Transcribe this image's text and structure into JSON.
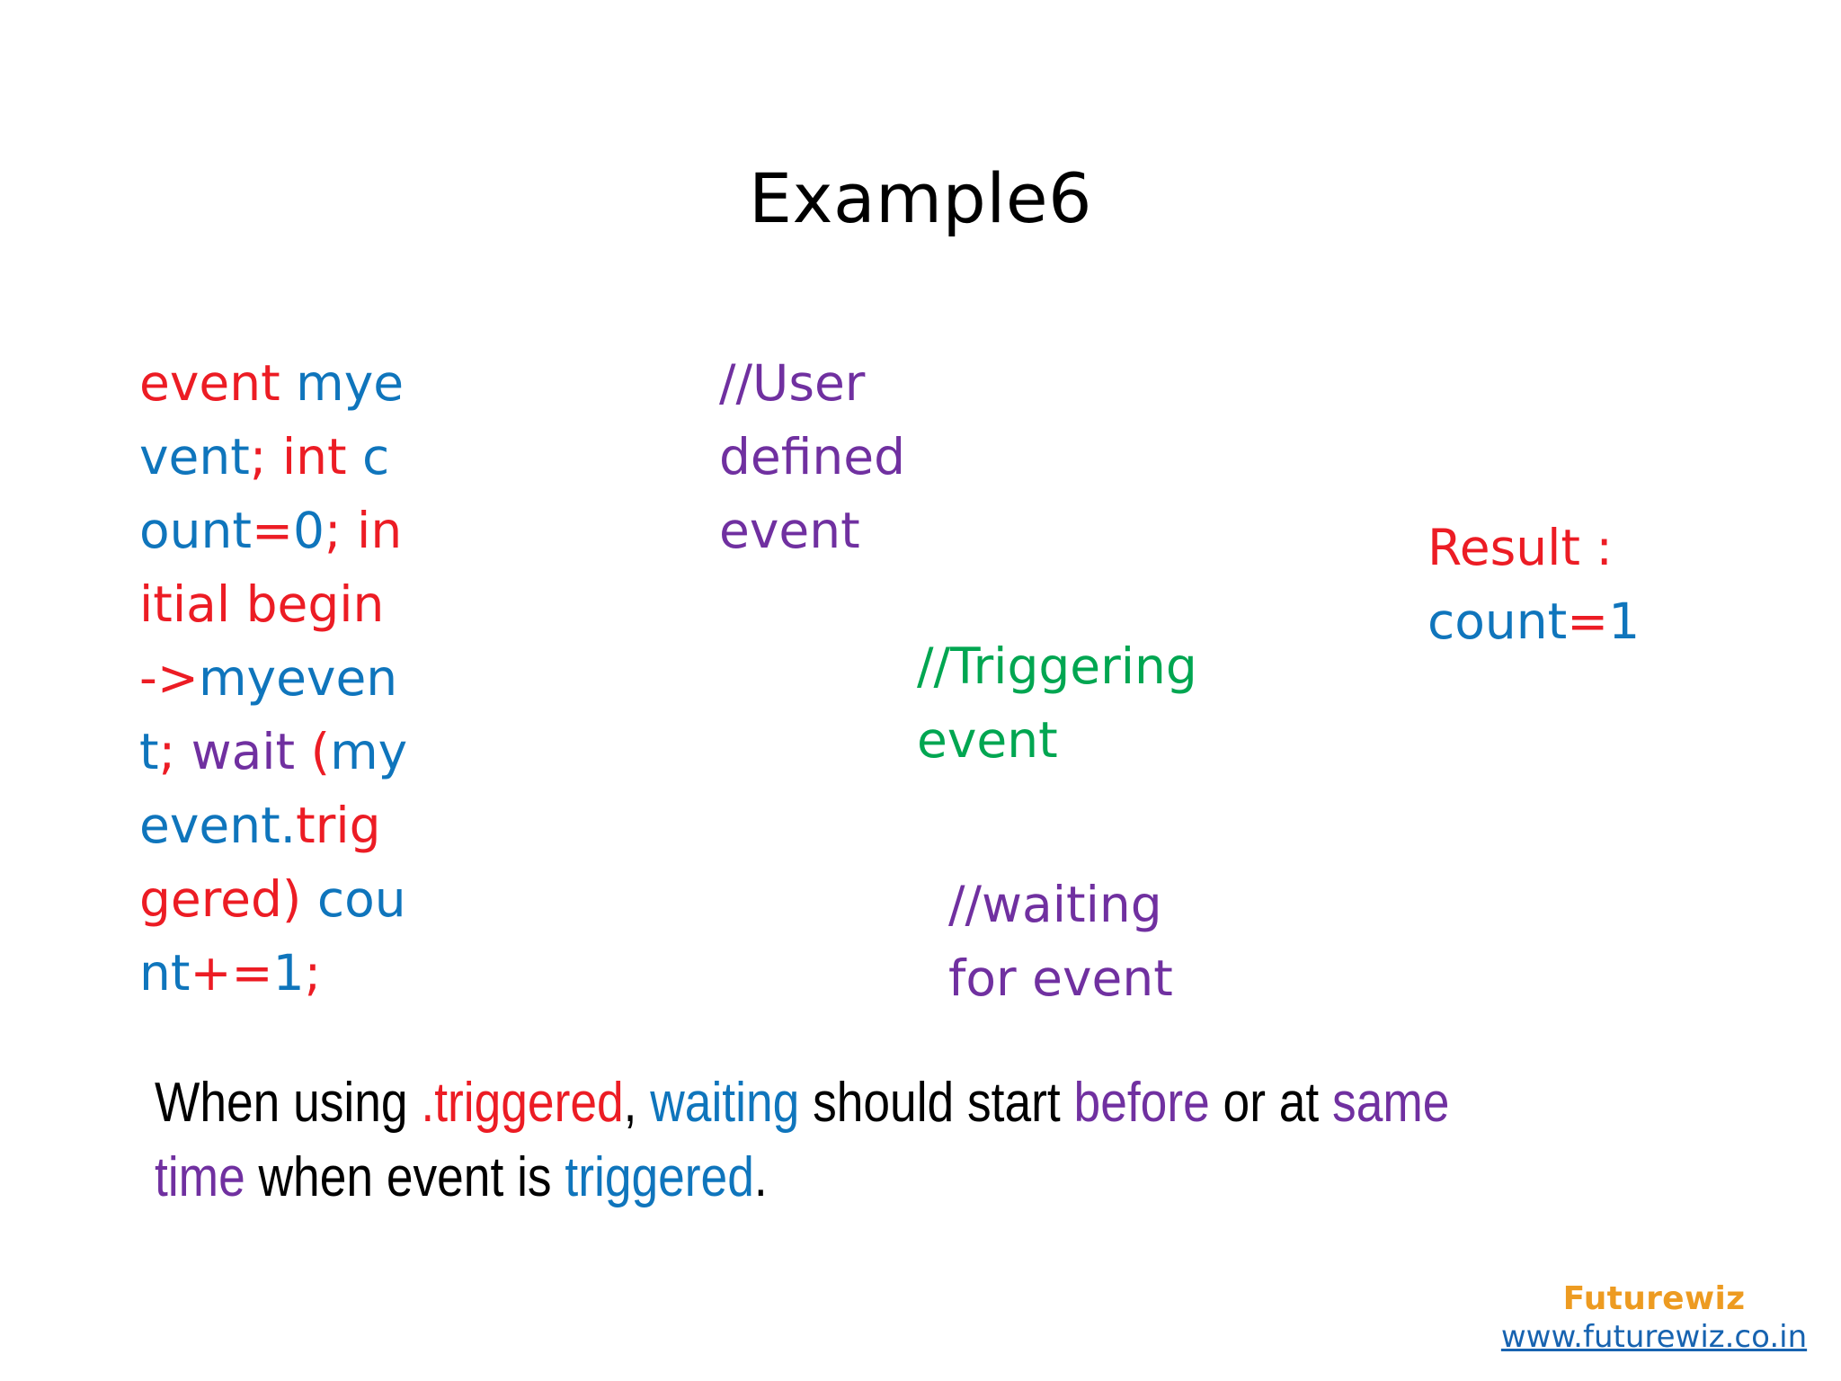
{
  "slide": {
    "title": "Example6",
    "background_color": "#ffffff"
  },
  "colors": {
    "keyword_red": "#ec1c24",
    "identifier_blue": "#0f75bc",
    "comment_purple": "#7030a0",
    "comment_green": "#00a651",
    "text_black": "#000000",
    "brand_orange": "#ed9b21",
    "link_blue": "#1763b0"
  },
  "code": {
    "tokens": [
      {
        "text": "event ",
        "color": "red"
      },
      {
        "text": "myevent",
        "color": "blue"
      },
      {
        "text": "; ",
        "color": "red"
      },
      {
        "text": "int ",
        "color": "red"
      },
      {
        "text": "count",
        "color": "blue"
      },
      {
        "text": "=",
        "color": "red"
      },
      {
        "text": "0",
        "color": "blue"
      },
      {
        "text": "; ",
        "color": "red"
      },
      {
        "text": "initial ",
        "color": "red"
      },
      {
        "text": "begin ",
        "color": "red"
      },
      {
        "text": "-",
        "color": "red"
      },
      {
        "text": ">",
        "color": "red"
      },
      {
        "text": "myevent",
        "color": "blue"
      },
      {
        "text": ";",
        "color": "red"
      },
      {
        "text": " ",
        "color": "blue"
      },
      {
        "text": "wait ",
        "color": "purple"
      },
      {
        "text": "(",
        "color": "red"
      },
      {
        "text": "myevent.",
        "color": "blue"
      },
      {
        "text": "triggered",
        "color": "red"
      },
      {
        "text": ")",
        "color": "red"
      },
      {
        "text": " ",
        "color": "black"
      },
      {
        "text": "count",
        "color": "blue"
      },
      {
        "text": "+=",
        "color": "red"
      },
      {
        "text": "1",
        "color": "blue"
      },
      {
        "text": ";",
        "color": "red"
      }
    ],
    "plain": "event myevent; int count=0; initial begin ->myevent; wait (myevent.triggered) count+=1;"
  },
  "comments": {
    "user_defined": "//User defined event",
    "triggering": "//Triggering event",
    "waiting": "//waiting for event"
  },
  "result": {
    "label": "Result :",
    "variable": "count",
    "equals": "=",
    "value": "1"
  },
  "explanation": {
    "segments": [
      {
        "text": "When using ",
        "color": "black"
      },
      {
        "text": ".triggered",
        "color": "red"
      },
      {
        "text": ", ",
        "color": "black"
      },
      {
        "text": "waiting",
        "color": "blue"
      },
      {
        "text": " should start ",
        "color": "black"
      },
      {
        "text": "before",
        "color": "purple"
      },
      {
        "text": " or at ",
        "color": "black"
      },
      {
        "text": "same time",
        "color": "purple"
      },
      {
        "text": " when event is ",
        "color": "black"
      },
      {
        "text": "triggered",
        "color": "blue"
      },
      {
        "text": ".",
        "color": "black"
      }
    ],
    "plain": "When using .triggered, waiting should start before or at same time when event is triggered."
  },
  "footer": {
    "brand": "Futurewiz",
    "url": "www.futurewiz.co.in"
  }
}
